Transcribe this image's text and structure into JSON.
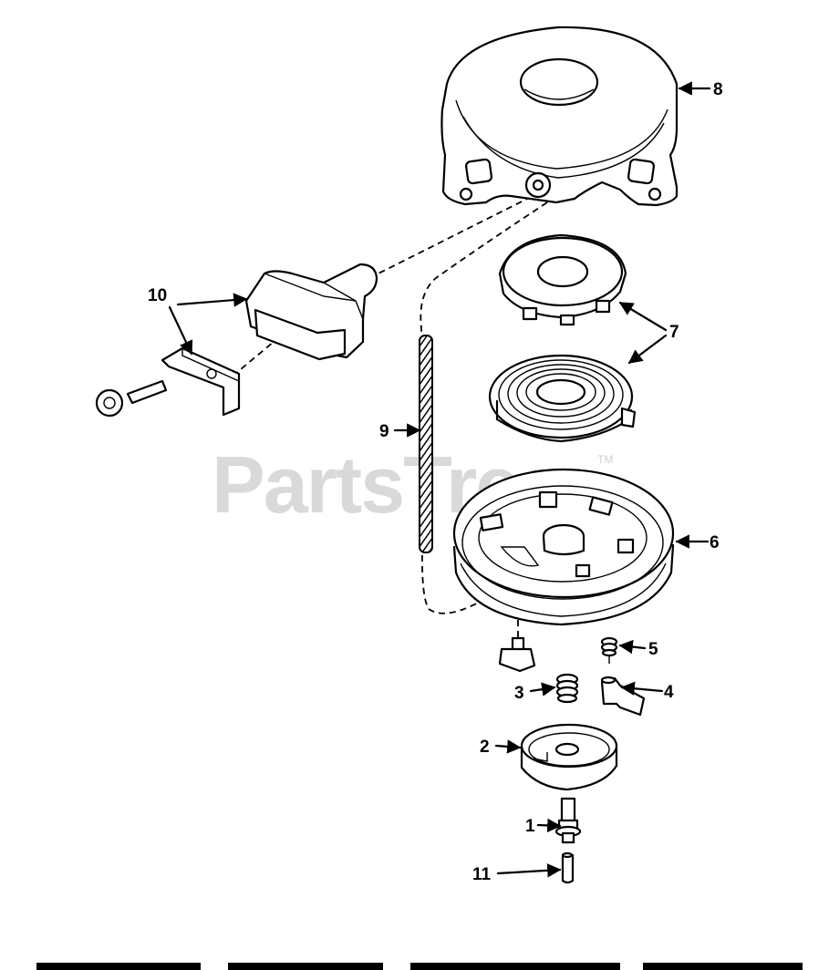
{
  "watermark": {
    "text": "PartsTree",
    "trademark": "TM"
  },
  "callouts": [
    {
      "id": "8",
      "label": "8"
    },
    {
      "id": "10",
      "label": "10"
    },
    {
      "id": "7",
      "label": "7"
    },
    {
      "id": "9",
      "label": "9"
    },
    {
      "id": "6",
      "label": "6"
    },
    {
      "id": "5",
      "label": "5"
    },
    {
      "id": "3",
      "label": "3"
    },
    {
      "id": "4",
      "label": "4"
    },
    {
      "id": "2",
      "label": "2"
    },
    {
      "id": "1",
      "label": "1"
    },
    {
      "id": "11",
      "label": "11"
    }
  ],
  "colors": {
    "ink": "#000000",
    "watermark": "#d9d9d9",
    "background": "#ffffff"
  }
}
